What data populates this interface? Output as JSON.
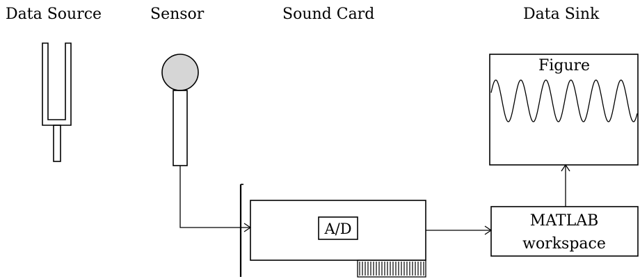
{
  "headers": {
    "data_source": "Data Source",
    "sensor": "Sensor",
    "sound_card": "Sound Card",
    "data_sink": "Data Sink"
  },
  "sound_card": {
    "converter_label": "A/D"
  },
  "data_sink": {
    "figure_title": "Figure",
    "workspace_line1": "MATLAB",
    "workspace_line2": "workspace"
  }
}
